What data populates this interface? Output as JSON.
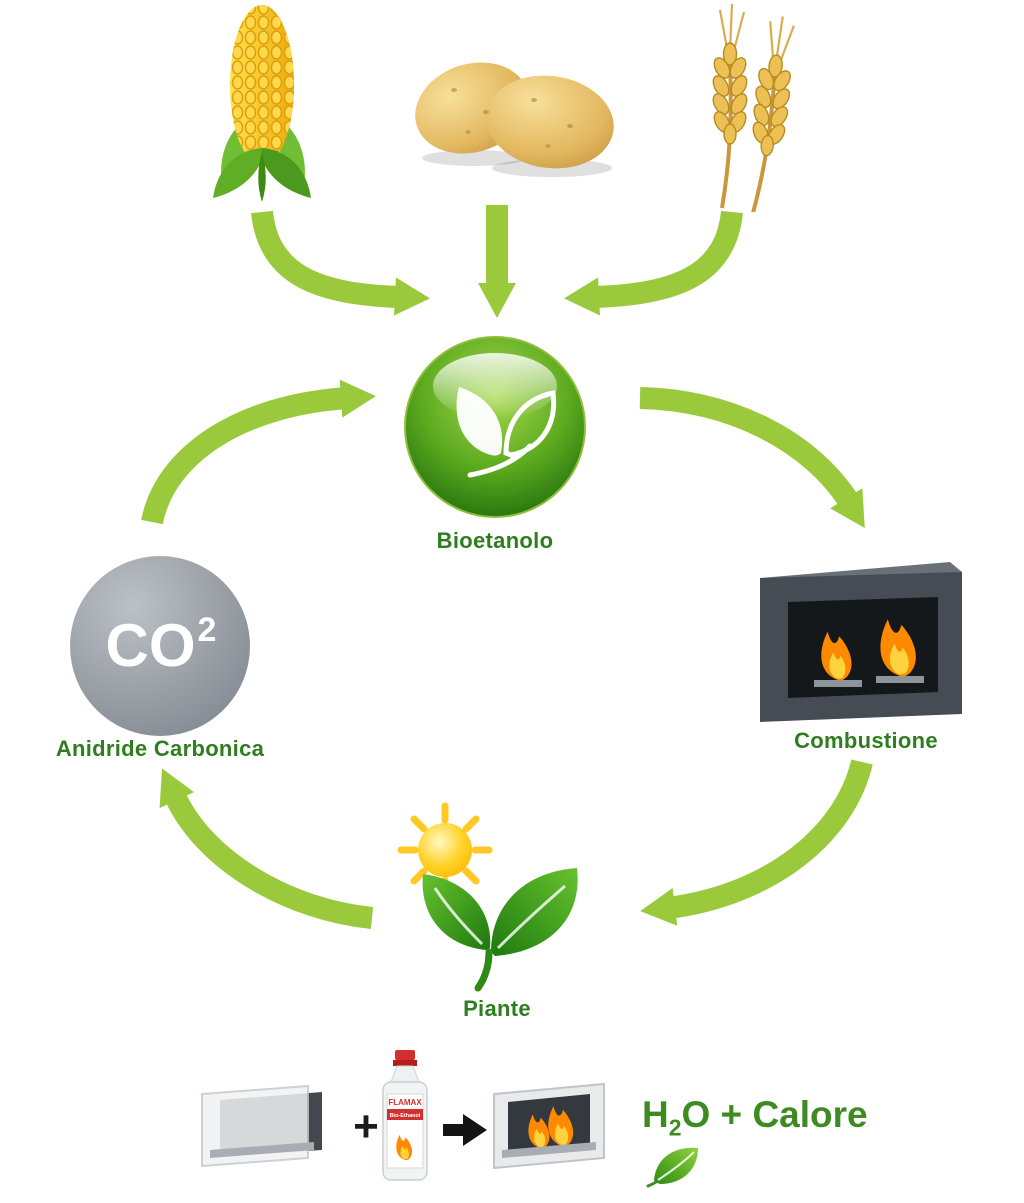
{
  "nodes": {
    "bioetanolo": {
      "label": "Bioetanolo"
    },
    "anidride_carbonica": {
      "label": "Anidride Carbonica",
      "symbol": "CO",
      "superscript": "2"
    },
    "combustione": {
      "label": "Combustione"
    },
    "piante": {
      "label": "Piante"
    }
  },
  "inputs": {
    "corn": "corn-icon",
    "potatoes": "potatoes-icon",
    "wheat": "wheat-icon"
  },
  "equation": {
    "plus": "+",
    "water_h": "H",
    "water_sub": "2",
    "water_rest": "O + Calore"
  },
  "bottle": {
    "brand": "FLAMAX",
    "product": "Bio-Ethanol"
  },
  "colors": {
    "arrow_green": "#9aca3c",
    "label_green": "#2e7d1f",
    "result_green": "#3e8b22",
    "co2_gray": "#8d939a",
    "flame_orange": "#ff8a00",
    "flame_yellow": "#ffd33e",
    "bottle_red": "#d32f2f"
  },
  "icons": [
    "corn-icon",
    "potatoes-icon",
    "wheat-icon",
    "bioethanol-leaf-icon",
    "co2-icon",
    "fireplace-icon",
    "sun-icon",
    "plant-leaves-icon",
    "fireplace-empty-icon",
    "bioethanol-bottle-icon",
    "black-arrow-icon",
    "fireplace-burning-icon",
    "leaf-icon"
  ]
}
